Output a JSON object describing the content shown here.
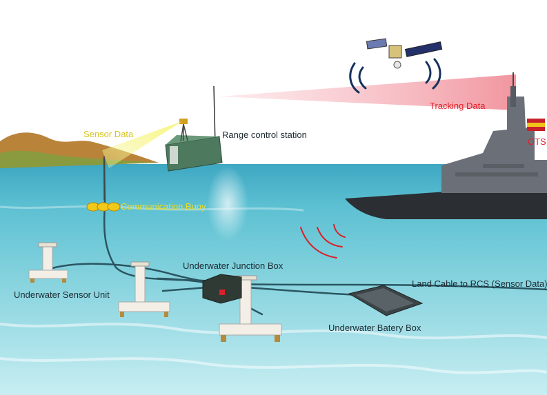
{
  "labels": {
    "sensor_data": "Sensor Data",
    "range_control_station": "Range control station",
    "tracking_data": "Tracking Data",
    "ots": "OTS",
    "communication_buoy": "Communication Buoy",
    "underwater_junction_box": "Underwater Junction Box",
    "land_cable": "Land Cable to RCS (Sensor Data)",
    "underwater_sensor_unit": "Underwater Sensor Unit",
    "underwater_battery_box": "Underwater Batery Box"
  },
  "colors": {
    "sky": "#ffffff",
    "sea_surface": "#4fb3c8",
    "underwater": "#9fdde6",
    "label_dark": "#1d2b33",
    "label_red": "#e0212a",
    "label_yellow": "#d8c41a",
    "beam_red": "#f08a95",
    "beam_yellow": "#f4f08a",
    "cable": "#2a5560",
    "ship": "#4a4f55"
  }
}
